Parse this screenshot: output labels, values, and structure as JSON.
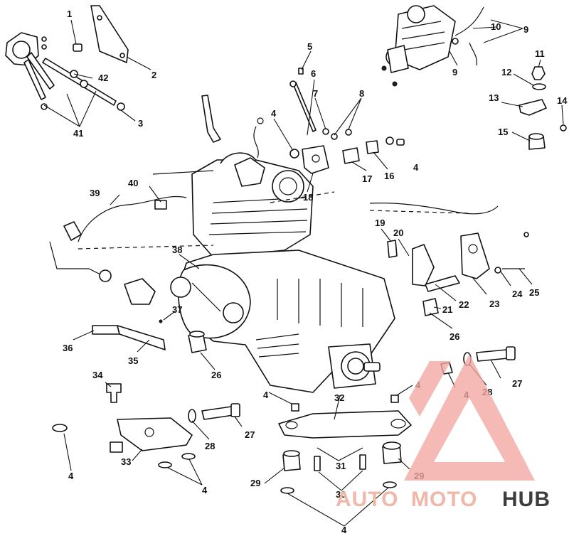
{
  "diagram": {
    "callouts": {
      "c1": "1",
      "c2": "2",
      "c3": "3",
      "c4a": "4",
      "c4b": "4",
      "c4c": "4",
      "c4d": "4",
      "c4e": "4",
      "c4f": "4",
      "c4g": "4",
      "c4h": "4",
      "c5": "5",
      "c6": "6",
      "c7": "7",
      "c8": "8",
      "c9a": "9",
      "c9b": "9",
      "c10": "10",
      "c11": "11",
      "c12": "12",
      "c13": "13",
      "c14": "14",
      "c15": "15",
      "c16": "16",
      "c17": "17",
      "c18": "18",
      "c19": "19",
      "c20": "20",
      "c21": "21",
      "c22": "22",
      "c23": "23",
      "c24": "24",
      "c25": "25",
      "c26a": "26",
      "c26b": "26",
      "c27a": "27",
      "c27b": "27",
      "c28a": "28",
      "c28b": "28",
      "c29a": "29",
      "c29b": "29",
      "c30": "30",
      "c31": "31",
      "c32": "32",
      "c33": "33",
      "c34": "34",
      "c35": "35",
      "c36": "36",
      "c37": "37",
      "c38": "38",
      "c39": "39",
      "c40": "40",
      "c41": "41",
      "c42": "42"
    }
  },
  "watermark": {
    "word_auto": "AUTO",
    "word_moto": "MOTO",
    "word_hub": "HUB",
    "color_auto": "#f0b8a8",
    "color_moto": "#f0b8a8",
    "color_hub": "#3d3d3d"
  }
}
